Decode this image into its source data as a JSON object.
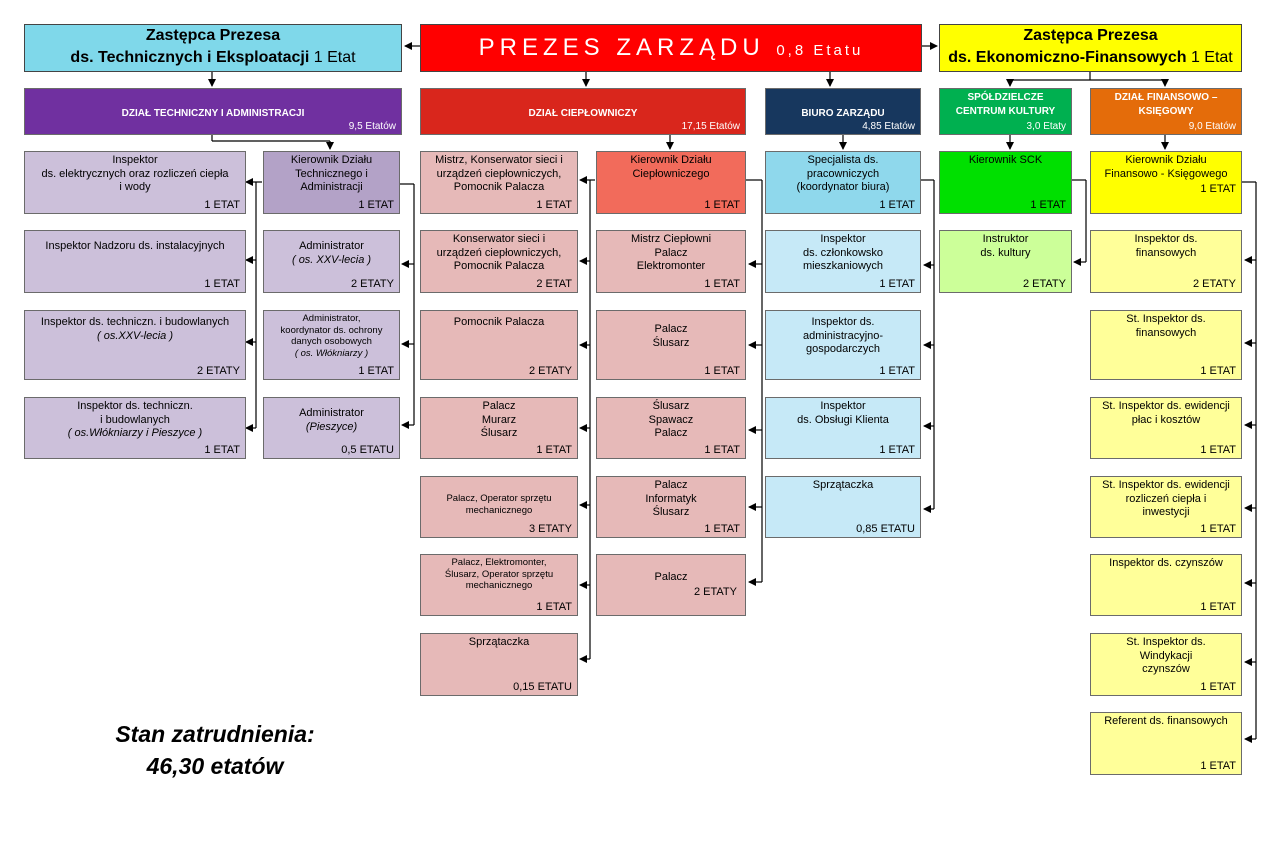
{
  "top": {
    "left_deputy": {
      "line1": "Zastępca Prezesa",
      "line2": "ds. Technicznych i Eksploatacji",
      "etat": "1 Etat"
    },
    "president": {
      "title": "PREZES ZARZĄDU",
      "etat": "0,8 Etatu"
    },
    "right_deputy": {
      "line1": "Zastępca Prezesa",
      "line2": "ds. Ekonomiczno-Finansowych",
      "etat": "1 Etat"
    }
  },
  "departments": {
    "tech": {
      "name": "DZIAŁ TECHNICZNY I ADMINISTRACJI",
      "etat": "9,5 Etatów"
    },
    "heat": {
      "name": "DZIAŁ CIEPŁOWNICZY",
      "etat": "17,15 Etatów"
    },
    "office": {
      "name": "BIURO ZARZĄDU",
      "etat": "4,85 Etatów"
    },
    "sck": {
      "name": "SPÓŁDZIELCZE\nCENTRUM KULTURY",
      "etat": "3,0 Etaty"
    },
    "fin": {
      "name": "DZIAŁ FINANSOWO –\nKSIĘGOWY",
      "etat": "9,0 Etatów"
    }
  },
  "tech_left": [
    {
      "title": "Inspektor\nds. elektrycznych oraz rozliczeń ciepła\ni wody",
      "etat": "1 ETAT"
    },
    {
      "title": "Inspektor Nadzoru ds. instalacyjnych",
      "etat": "1 ETAT"
    },
    {
      "title": "Inspektor ds. techniczn. i budowlanych",
      "italic": "( os.XXV-lecia )",
      "etat": "2 ETATY"
    },
    {
      "title": "Inspektor ds. techniczn.\ni budowlanych",
      "italic": "( os.Włókniarzy i Pieszyce )",
      "etat": "1 ETAT"
    }
  ],
  "tech_right": [
    {
      "title": "Kierownik Działu\nTechnicznego i\nAdministracji",
      "etat": "1 ETAT"
    },
    {
      "title": "Administrator",
      "italic": "( os. XXV-lecia )",
      "etat": "2 ETATY"
    },
    {
      "title": "Administrator,\nkoordynator ds. ochrony\ndanych osobowych",
      "italic": "( os. Włókniarzy )",
      "etat": "1 ETAT"
    },
    {
      "title": "Administrator",
      "italic": "(Pieszyce)",
      "etat": "0,5 ETATU"
    }
  ],
  "heat_left": [
    {
      "title": "Mistrz, Konserwator sieci i\nurządzeń ciepłowniczych,\nPomocnik Palacza",
      "etat": "1 ETAT"
    },
    {
      "title": "Konserwator sieci i\nurządzeń ciepłowniczych,\nPomocnik Palacza",
      "etat": "2 ETAT"
    },
    {
      "title": "Pomocnik Palacza",
      "etat": "2 ETATY"
    },
    {
      "title": "Palacz\nMurarz\nŚlusarz",
      "etat": "1 ETAT"
    },
    {
      "title": "Palacz, Operator sprzętu\nmechanicznego",
      "etat": "3 ETATY"
    },
    {
      "title": "Palacz, Elektromonter,\nŚlusarz, Operator sprzętu\nmechanicznego",
      "etat": "1 ETAT"
    },
    {
      "title": "Sprzątaczka",
      "etat": "0,15 ETATU"
    }
  ],
  "heat_right": [
    {
      "title": "Kierownik Działu\nCiepłowniczego",
      "etat": "1 ETAT"
    },
    {
      "title": "Mistrz Ciepłowni\nPalacz\nElektromonter",
      "etat": "1 ETAT"
    },
    {
      "title": "Palacz\nŚlusarz",
      "etat": "1 ETAT"
    },
    {
      "title": "Ślusarz\nSpawacz\nPalacz",
      "etat": "1 ETAT"
    },
    {
      "title": "Palacz\nInformatyk\nŚlusarz",
      "etat": "1 ETAT"
    },
    {
      "title": "Palacz",
      "etat": "2 ETATY"
    }
  ],
  "office": [
    {
      "title": "Specjalista ds.\npracowniczych\n(koordynator biura)",
      "etat": "1 ETAT"
    },
    {
      "title": "Inspektor\nds. członkowsko\nmieszkaniowych",
      "etat": "1 ETAT"
    },
    {
      "title": "Inspektor ds.\nadministracyjno-\ngospodarczych",
      "etat": "1 ETAT"
    },
    {
      "title": "Inspektor\nds. Obsługi Klienta",
      "etat": "1 ETAT"
    },
    {
      "title": "Sprzątaczka",
      "etat": "0,85 ETATU"
    }
  ],
  "sck": [
    {
      "title": "Kierownik SCK",
      "etat": "1 ETAT"
    },
    {
      "title": "Instruktor\nds. kultury",
      "etat": "2 ETATY"
    }
  ],
  "fin": [
    {
      "title": "Kierownik Działu\nFinansowo - Księgowego",
      "etat": "1 ETAT"
    },
    {
      "title": "Inspektor ds.\nfinansowych",
      "etat": "2 ETATY"
    },
    {
      "title": "St. Inspektor ds.\nfinansowych",
      "etat": "1 ETAT"
    },
    {
      "title": "St. Inspektor ds. ewidencji\npłac i kosztów",
      "etat": "1 ETAT"
    },
    {
      "title": "St. Inspektor ds. ewidencji\nrozliczeń ciepła i\ninwestycji",
      "etat": "1 ETAT"
    },
    {
      "title": "Inspektor ds. czynszów",
      "etat": "1 ETAT"
    },
    {
      "title": "St. Inspektor ds.\nWindykacji\nczynszów",
      "etat": "1 ETAT"
    },
    {
      "title": "Referent ds. finansowych",
      "etat": "1 ETAT"
    }
  ],
  "summary": {
    "line1": "Stan zatrudnienia:",
    "line2": "46,30 etatów"
  },
  "colors": {
    "president": "#ff0000",
    "left_deputy": "#7fd8ea",
    "right_deputy": "#ffff00",
    "tech_header": "#7030a0",
    "heat_header": "#d9261c",
    "office_header": "#17375e",
    "sck_header": "#00b050",
    "fin_header": "#e46c0a",
    "tech_box": "#ccc0da",
    "tech_head_box": "#b3a2c7",
    "heat_box": "#e6b9b8",
    "heat_head_box": "#f26b5b",
    "office_box": "#c6e9f7",
    "office_head_box": "#8fd8ec",
    "sck_box": "#ccff99",
    "sck_head_box": "#00e000",
    "fin_box": "#ffff99",
    "fin_head_box": "#ffff00"
  }
}
